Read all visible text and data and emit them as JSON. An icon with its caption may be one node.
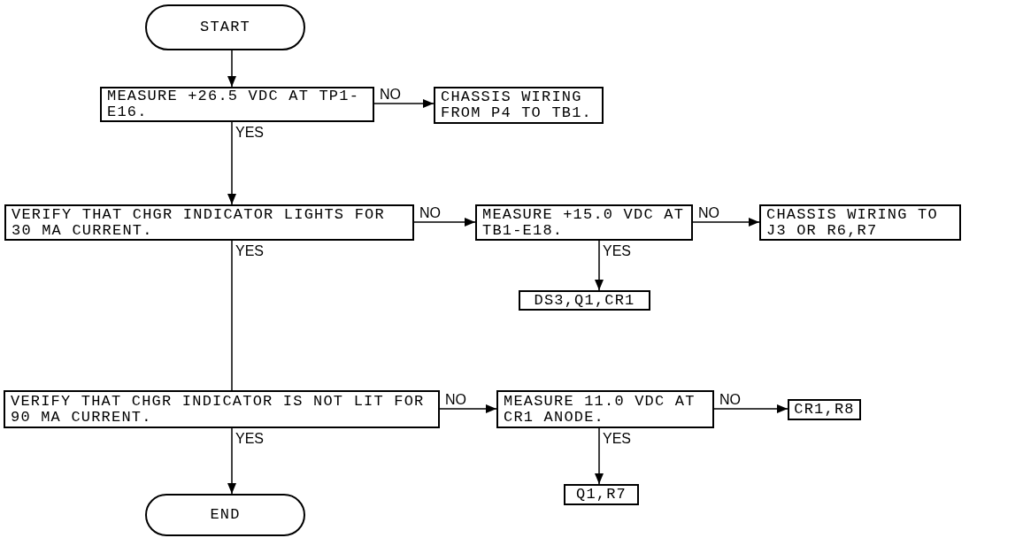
{
  "diagram": {
    "nodes": [
      {
        "text": [
          "START"
        ]
      },
      {
        "text": [
          "MEASURE +26.5 VDC AT TP1-E16."
        ]
      },
      {
        "text": [
          "CHASSIS WIRING FROM P4 TO TB1."
        ]
      },
      {
        "text": [
          "VERIFY THAT CHGR INDICATOR LIGHTS FOR 30 MA CURRENT."
        ]
      },
      {
        "text": [
          "MEASURE +15.0 VDC AT TB1-E18."
        ]
      },
      {
        "text": [
          "CHASSIS WIRING TO J3 OR R6,R7"
        ]
      },
      {
        "text": [
          "DS3,Q1,CR1"
        ]
      },
      {
        "text": [
          "VERIFY THAT CHGR INDICATOR IS NOT LIT FOR 90 MA CURRENT."
        ]
      },
      {
        "text": [
          "MEASURE 11.0 VDC AT CR1 ANODE."
        ]
      },
      {
        "text": [
          "CR1,R8"
        ]
      },
      {
        "text": [
          "Q1,R7"
        ]
      },
      {
        "text": [
          "END"
        ]
      }
    ],
    "edges": [
      {
        "from": 0,
        "to": 1,
        "arrow": "to"
      },
      {
        "from": 1,
        "to": 2,
        "arrow": "to",
        "label": "NO"
      },
      {
        "from": 1,
        "to": 3,
        "arrow": "to",
        "label": "YES"
      },
      {
        "from": 3,
        "to": 4,
        "arrow": "to",
        "label": "NO"
      },
      {
        "from": 4,
        "to": 5,
        "arrow": "to",
        "label": "NO"
      },
      {
        "from": 4,
        "to": 6,
        "arrow": "to",
        "label": "YES"
      },
      {
        "from": 3,
        "to": 7,
        "arrow": "none",
        "label": "YES"
      },
      {
        "from": 7,
        "to": 8,
        "arrow": "to",
        "label": "NO"
      },
      {
        "from": 8,
        "to": 9,
        "arrow": "to",
        "label": "NO"
      },
      {
        "from": 8,
        "to": 10,
        "arrow": "to",
        "label": "YES"
      },
      {
        "from": 7,
        "to": 11,
        "arrow": "to",
        "label": "YES"
      }
    ]
  }
}
